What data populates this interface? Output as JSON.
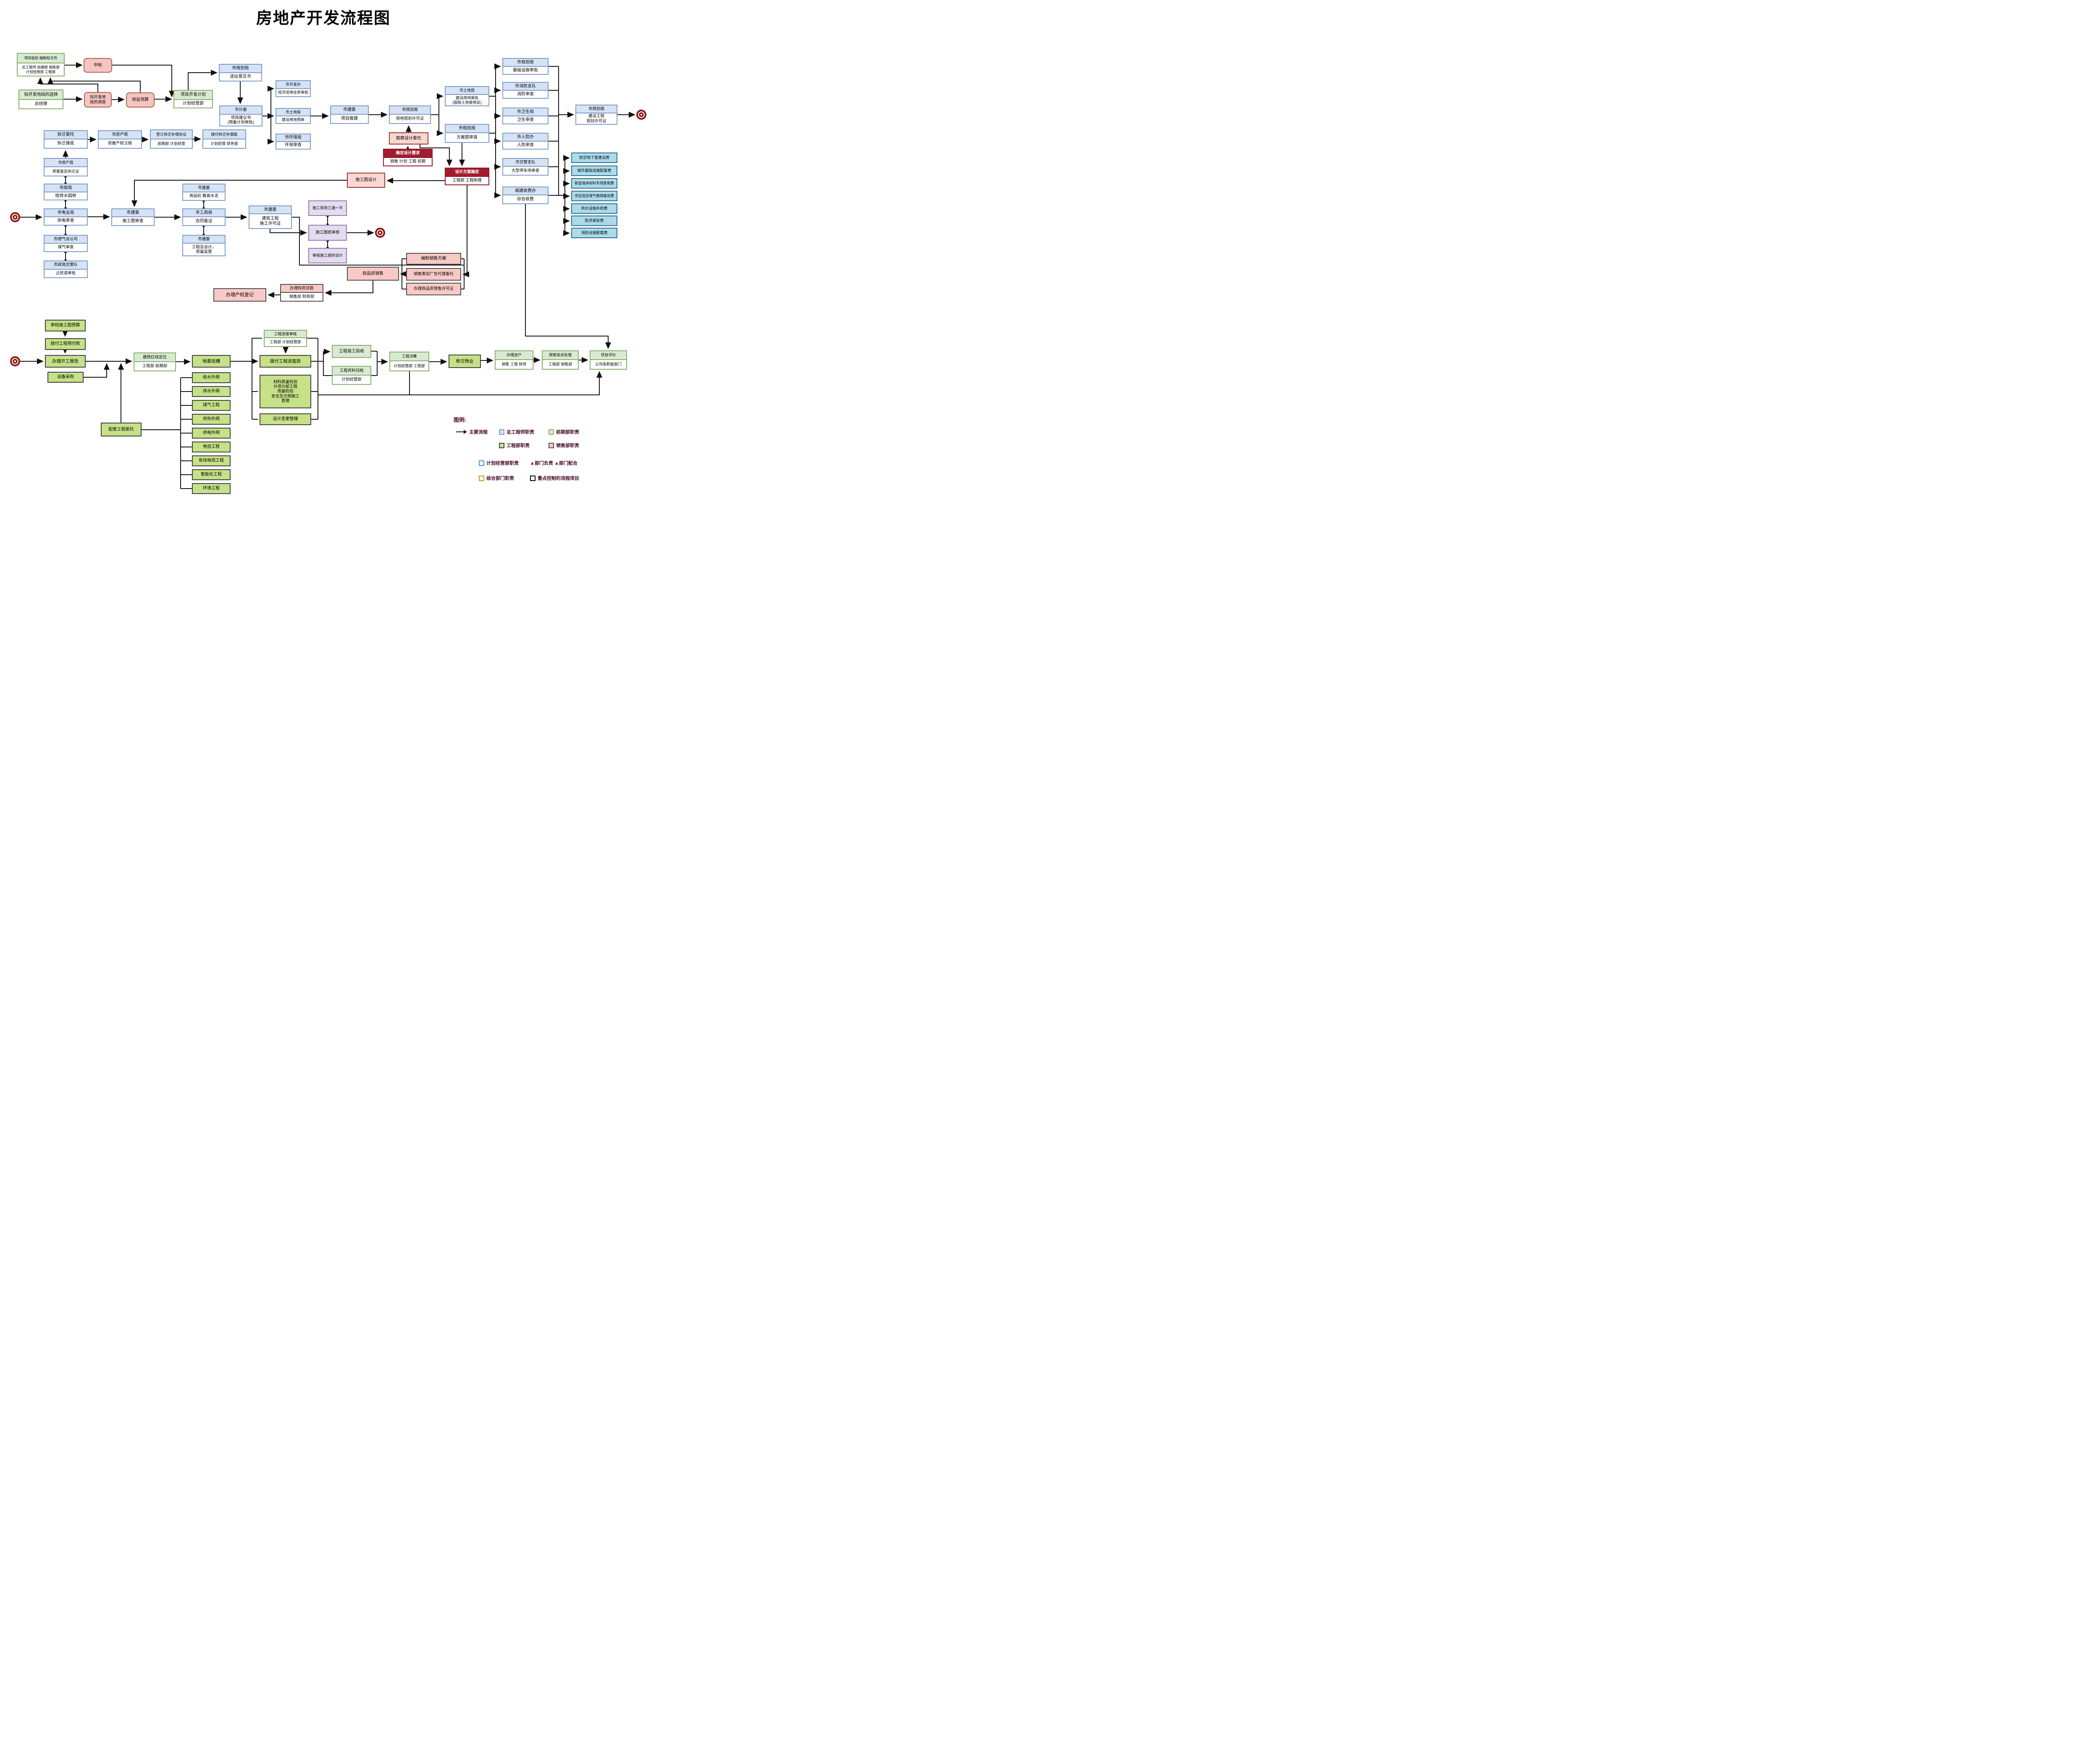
{
  "page": {
    "title": "房地产开发流程图"
  },
  "nodes": {
    "bid": {
      "t": "项目投标 编制标文件",
      "b": "总工程师 前期部 销售部\n计划经营部 工程部"
    },
    "zhongbiao": {
      "t": "中标"
    },
    "xuanze": {
      "t": "拟开发地段的选择",
      "b": "总经理"
    },
    "diaocha": {
      "t": "拟开发地\n段的调查"
    },
    "xiaoyi": {
      "t": "效益测算"
    },
    "kaifajihua": {
      "t": "项目开发计划",
      "b": "计划经营部"
    },
    "guihua1": {
      "t": "市规划局",
      "b": "选址意见书"
    },
    "jiwei": {
      "t": "市计委",
      "b": "项目建议书\n(预备计划审批)"
    },
    "kaifaban": {
      "t": "市开发办",
      "b": "经济适用住房审批"
    },
    "tudi1": {
      "t": "市土地局",
      "b": "建设用地预审"
    },
    "huanbao": {
      "t": "市环保局",
      "b": "环保审查"
    },
    "jianwei1": {
      "t": "市建委",
      "b": "项目报建"
    },
    "guihua2": {
      "t": "市规划局",
      "b": "用地规划许可证"
    },
    "kancha": {
      "t": "勘察设计委托"
    },
    "queding": {
      "t": "确定设计要求",
      "b": "销售 计划 工程 前期"
    },
    "tudi2": {
      "t": "市土地局",
      "b": "建设用地审批\n(国有土地使用证)"
    },
    "guihua3": {
      "t": "市规划局",
      "b": "方案图审查"
    },
    "fangque": {
      "t": "设计方案确定",
      "b": "工程部 工程助理"
    },
    "jichu": {
      "t": "市规划局",
      "b": "基础设施审批"
    },
    "xiaofang": {
      "t": "市消防支队",
      "b": "消防审查"
    },
    "weisheng": {
      "t": "市卫生局",
      "b": "卫生审查"
    },
    "renfang": {
      "t": "市人防办",
      "b": "人防审查"
    },
    "jiaojing": {
      "t": "市交警支队",
      "b": "大型停车场审查"
    },
    "shoufei": {
      "t": "城建收费办",
      "b": "综合收费"
    },
    "guihua4": {
      "t": "市规划局",
      "b": "建设工程\n规划许可证"
    },
    "fee1": {
      "t": "防空地下室建设费"
    },
    "fee2": {
      "t": "城市基础设施配套费"
    },
    "fee3": {
      "t": "新型墙体材料专项使用费"
    },
    "fee4": {
      "t": "市区低压煤气管网建设费"
    },
    "fee5": {
      "t": "供水设施补助费"
    },
    "fee6": {
      "t": "防洪保安费"
    },
    "fee7": {
      "t": "消防设施配套费"
    },
    "chaiqian": {
      "t": "拆迁委托",
      "b": "拆迁摸底"
    },
    "fangchan1": {
      "t": "市房产局",
      "b": "房屋产权注销"
    },
    "qianding": {
      "t": "签订拆迁补偿协议",
      "b": "前期部 计划经营"
    },
    "bochai": {
      "t": "拨付拆迁补偿款",
      "b": "计划经营 财务部"
    },
    "fangchan2": {
      "t": "市房产局",
      "b": "房屋鉴定拆迁证"
    },
    "shizheng": {
      "t": "市政局",
      "b": "给排水园林"
    },
    "dianye": {
      "t": "市电业局",
      "b": "供电审查"
    },
    "ranqi": {
      "t": "市燃气总公司",
      "b": "煤气审查"
    },
    "zhanwa": {
      "t": "市政局交警队",
      "b": "占挖道审批"
    },
    "jianwei2": {
      "t": "市建委",
      "b": "施工图审查"
    },
    "jianwei3": {
      "t": "市建委",
      "b": "商品砼 散装水泥"
    },
    "gongshang": {
      "t": "市工商局",
      "b": "合同鉴证"
    },
    "jianwei4": {
      "t": "市建委",
      "b": "工程及设计，\n质量监督"
    },
    "jianwei5": {
      "t": "市建委",
      "b": "建筑工程\n施工许可证"
    },
    "shigongtu": {
      "t": "施工图设计"
    },
    "santong": {
      "t": "施工现场三通一平"
    },
    "tuzhi": {
      "t": "施工图纸审核"
    },
    "zuzhi": {
      "t": "审核施工组织设计"
    },
    "bianzhi": {
      "t": "编制销售方案"
    },
    "cehua": {
      "t": "销售策划广告代理委托"
    },
    "yushou": {
      "t": "办理商品房预售许可证"
    },
    "xiaoshou": {
      "t": "商品房销售"
    },
    "daikuan": {
      "t": "办理购房贷款",
      "b": "销售部 财务部"
    },
    "chanquan": {
      "t": "办理产权登记"
    },
    "yusuan": {
      "t": "审核施工图预算"
    },
    "yufu": {
      "t": "拨付工程预付款"
    },
    "kaigong": {
      "t": "办理开工报告"
    },
    "shebei": {
      "t": "设备采购"
    },
    "hongxian": {
      "t": "建筑红线定位",
      "b": "工程部 前期部"
    },
    "yancao": {
      "t": "地基验槽"
    },
    "jindushen": {
      "t": "工程进度审核",
      "b": "工程部 计划经营部"
    },
    "jindu": {
      "t": "拨付工程进度款"
    },
    "cailiao": {
      "t": "材料质量检验\n分项分部工程\n质量检验\n安全及文明施工\n管理"
    },
    "biangeng": {
      "t": "设计变更管理"
    },
    "jungong": {
      "t": "工程竣工验收"
    },
    "guidang": {
      "t": "工程资料归档",
      "b": "计划经营部"
    },
    "juesuan": {
      "t": "工程决算",
      "b": "计划经营部 工程部"
    },
    "yijiao": {
      "t": "移交物业"
    },
    "jinhu": {
      "t": "办理进户",
      "b": "销售 工程 财务"
    },
    "tousu": {
      "t": "顾客投诉处理",
      "b": "工程部 销售部"
    },
    "pingjia": {
      "t": "项目评价",
      "b": "公司各职能部门"
    },
    "peitao": {
      "t": "配套工程委托"
    },
    "net1": {
      "t": "给水外网"
    },
    "net2": {
      "t": "排水外网"
    },
    "net3": {
      "t": "煤气工程"
    },
    "net4": {
      "t": "供热外网"
    },
    "net5": {
      "t": "供电外网"
    },
    "net6": {
      "t": "电信工程"
    },
    "net7": {
      "t": "有线电视工程"
    },
    "net8": {
      "t": "智能化工程"
    },
    "net9": {
      "t": "环境工程"
    }
  },
  "legend": {
    "heading": "图例:",
    "flow": "主要流程",
    "chief": "总工程师职责",
    "early": "前期部职责",
    "eng": "工程部职责",
    "sales": "销售部职责",
    "plan": "计划经营部职责",
    "resp": "▲部门负责 ▲部门配合",
    "general": "综合部门职责",
    "key": "重点控制的流程项目"
  },
  "colors": {
    "chief_fill": "#d6e2f5",
    "chief_border": "#7d9dc7",
    "early_fill": "#d9ead3",
    "early_border": "#86af6b",
    "eng_fill": "#c6e187",
    "sales_fill": "#f9c9c5",
    "key_red": "#a51c30",
    "terminal": "#8c1511",
    "fee_fill": "#abdbeb",
    "fee_border": "#2f6e8e",
    "purple_fill": "#e4dcef",
    "line": "#111111"
  }
}
